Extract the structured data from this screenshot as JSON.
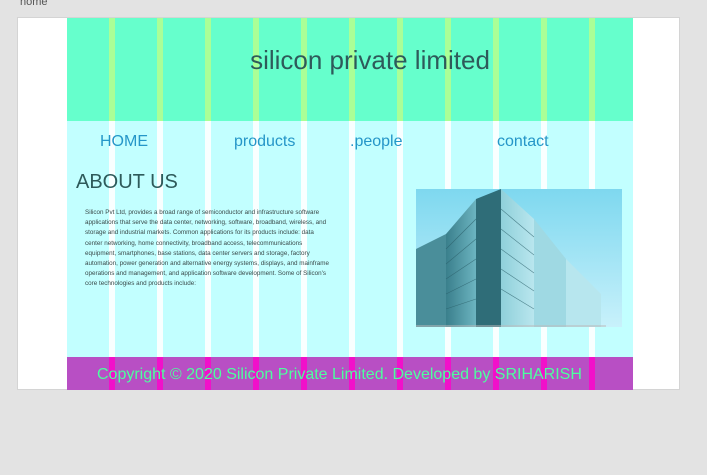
{
  "browser": {
    "tab_title": "home"
  },
  "header": {
    "title": "silicon private limited"
  },
  "nav": {
    "items": [
      {
        "label": "HOME"
      },
      {
        "label": "products"
      },
      {
        "label": ".people"
      },
      {
        "label": "contact"
      }
    ]
  },
  "about": {
    "heading": "ABOUT US",
    "body": "Silicon Pvt Ltd, provides a broad range of semiconductor and infrastructure software applications that serve the data center, networking, software, broadband, wireless, and storage and industrial markets. Common applications for its products include: data center networking, home connectivity, broadband access, telecommunications equipment, smartphones, base stations, data center servers and storage, factory automation, power generation and alternative energy systems, displays, and mainframe operations and management, and application software development. Some of Silicon's core technologies and products include:"
  },
  "image": {
    "name": "building-photo"
  },
  "footer": {
    "copyright": "Copyright © 2020 Silicon Private Limited. Developed by SRIHARISH"
  },
  "colors": {
    "header_bg": "#66ffcc",
    "content_bg": "#c2ffff",
    "footer_bg": "#b84fc4",
    "nav_link": "#2596c8",
    "copyright_text": "#4dff9e",
    "grid_column": "#ffffff",
    "grid_header_column": "#b6ff8c",
    "grid_footer_column": "#ff00cc"
  }
}
